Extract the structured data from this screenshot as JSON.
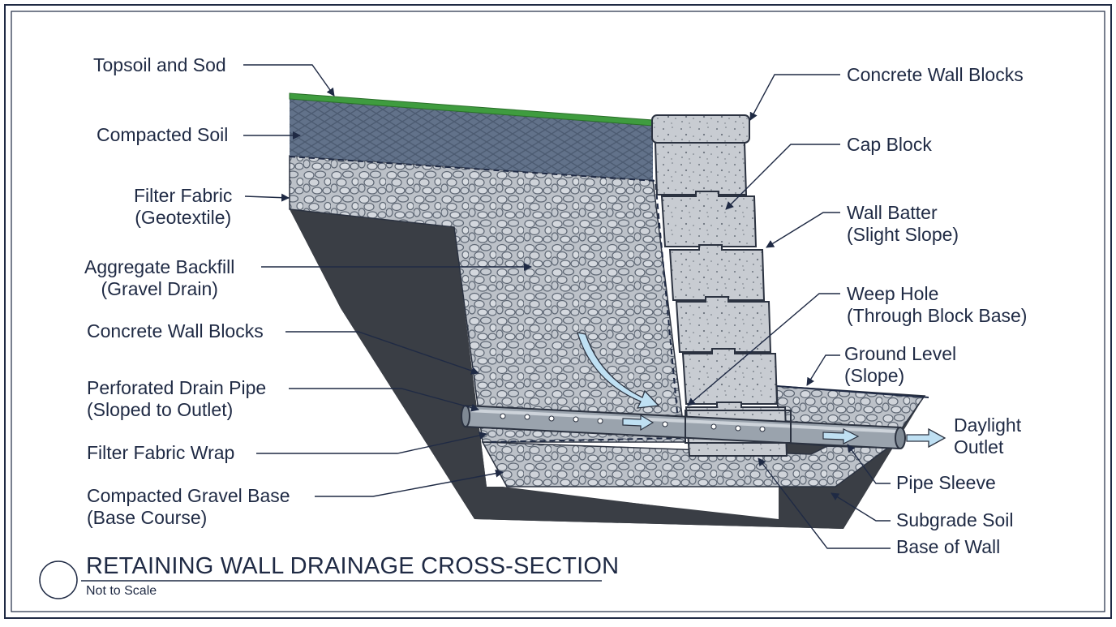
{
  "diagram": {
    "title": "RETAINING WALL DRAINAGE CROSS-SECTION",
    "subtitle": "Not to Scale",
    "colors": {
      "ink": "#1f2a44",
      "subgrade": "#3a3e45",
      "gravel": "#b9bec6",
      "topsoil": "#3f9c3f",
      "compacted_soil": "#5f6f82",
      "block": "#c7cbd1",
      "pipe": "#9aa3ad",
      "arrow": "#bfe0f3"
    },
    "labels_left": [
      {
        "lines": [
          "Topsoil and Sod"
        ]
      },
      {
        "lines": [
          "Compacted Soil"
        ]
      },
      {
        "lines": [
          "Filter Fabric",
          "(Geotextile)"
        ]
      },
      {
        "lines": [
          "Aggregate Backfill",
          "(Gravel Drain)"
        ]
      },
      {
        "lines": [
          "Concrete Wall Blocks"
        ]
      },
      {
        "lines": [
          "Perforated Drain Pipe",
          "(Sloped to Outlet)"
        ]
      },
      {
        "lines": [
          "Filter Fabric Wrap"
        ]
      },
      {
        "lines": [
          "Compacted Gravel Base",
          "(Base Course)"
        ]
      }
    ],
    "labels_right": [
      {
        "lines": [
          "Concrete Wall Blocks"
        ]
      },
      {
        "lines": [
          "Cap Block"
        ]
      },
      {
        "lines": [
          "Wall Batter",
          "(Slight Slope)"
        ]
      },
      {
        "lines": [
          "Weep Hole",
          "(Through Block Base)"
        ]
      },
      {
        "lines": [
          "Ground Level",
          "(Slope)"
        ]
      },
      {
        "lines": [
          "Daylight",
          "Outlet"
        ]
      },
      {
        "lines": [
          "Pipe Sleeve"
        ]
      },
      {
        "lines": [
          "Subgrade Soil"
        ]
      },
      {
        "lines": [
          "Base of Wall"
        ]
      }
    ]
  }
}
